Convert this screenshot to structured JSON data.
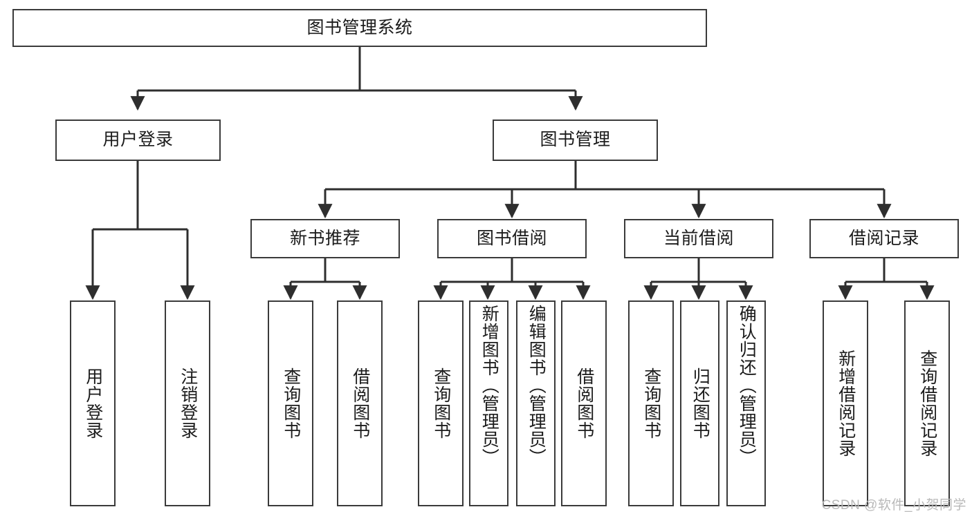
{
  "diagram": {
    "title": "图书管理系统",
    "watermark": "CSDN @软件_小贺同学",
    "line_color": "#3a3a3a",
    "text_color": "#1b1b1b",
    "background": "#ffffff"
  },
  "nodes": {
    "root": {
      "label": "图书管理系统"
    },
    "level2": [
      {
        "label": "用户登录"
      },
      {
        "label": "图书管理"
      }
    ],
    "level3": [
      {
        "label": "新书推荐"
      },
      {
        "label": "图书借阅"
      },
      {
        "label": "当前借阅"
      },
      {
        "label": "借阅记录"
      }
    ],
    "leaves_user_login": [
      {
        "label": "用户登录"
      },
      {
        "label": "注销登录"
      }
    ],
    "leaves_new_book": [
      {
        "label": "查询图书"
      },
      {
        "label": "借阅图书"
      }
    ],
    "leaves_borrow": [
      {
        "label": "查询图书"
      },
      {
        "label": "新增图书（管理员）"
      },
      {
        "label": "编辑图书（管理员）"
      },
      {
        "label": "借阅图书"
      }
    ],
    "leaves_current": [
      {
        "label": "查询图书"
      },
      {
        "label": "归还图书"
      },
      {
        "label": "确认归还（管理员）"
      }
    ],
    "leaves_record": [
      {
        "label": "新增借阅记录"
      },
      {
        "label": "查询借阅记录"
      }
    ]
  }
}
